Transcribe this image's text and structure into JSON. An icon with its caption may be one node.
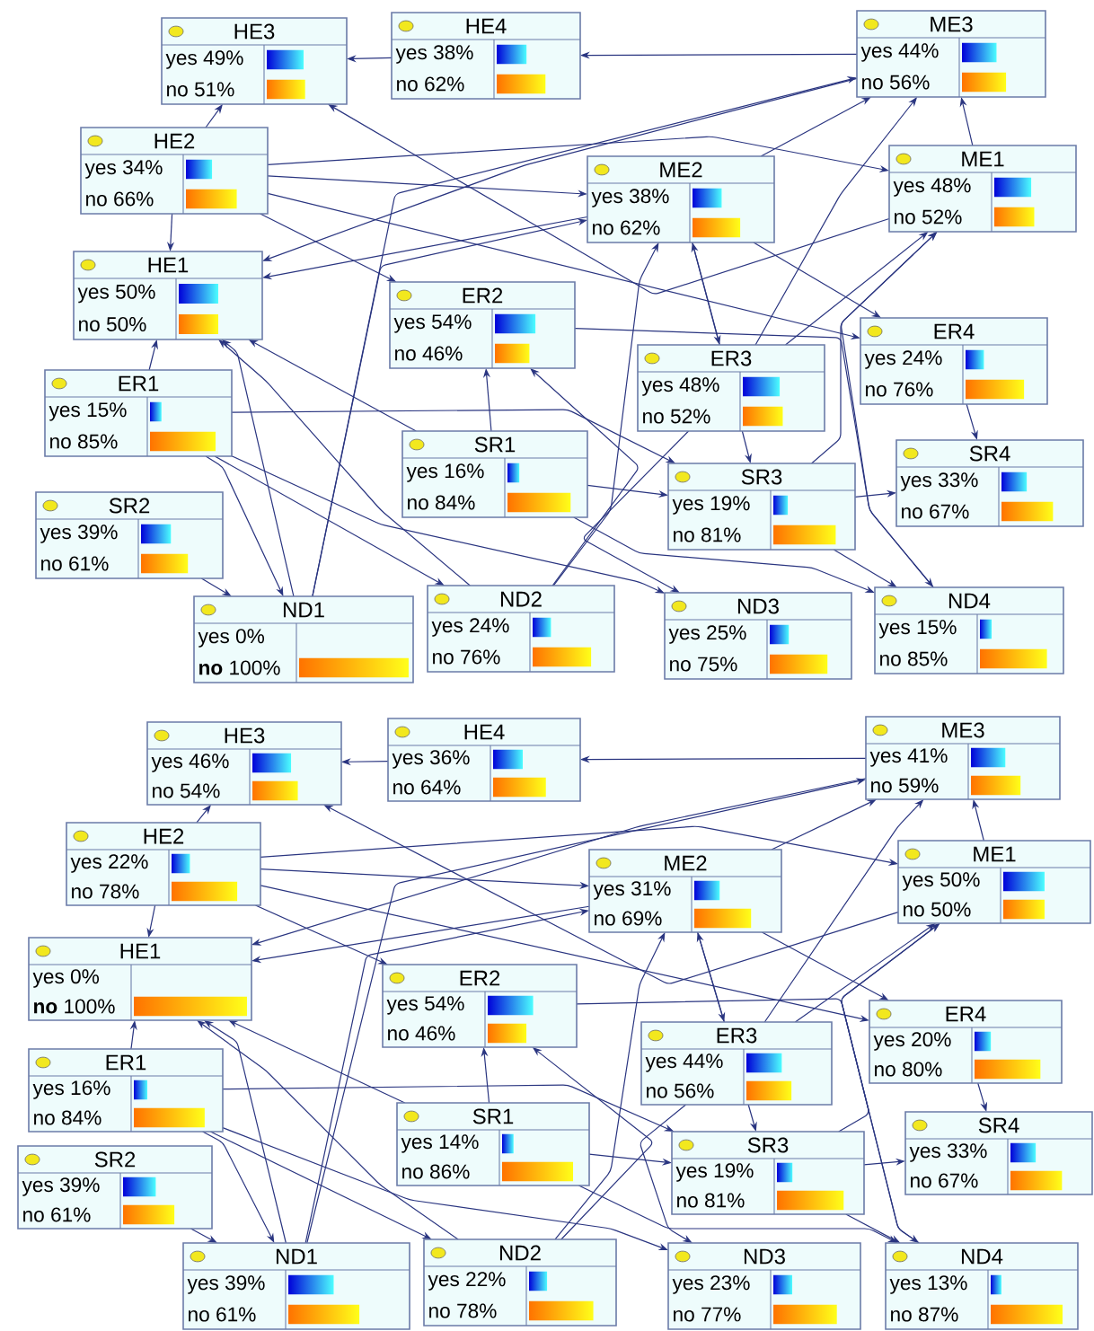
{
  "diagram": {
    "nodes": [
      {
        "text": [
          "HE3",
          "yes 49%",
          "no 51%"
        ]
      },
      {
        "text": [
          "HE4",
          "yes 38%",
          "no 62%"
        ]
      },
      {
        "text": [
          "ME3",
          "yes 44%",
          "no 56%"
        ]
      },
      {
        "text": [
          "HE2",
          "yes 34%",
          "no 66%"
        ]
      },
      {
        "text": [
          "ME2",
          "yes 38%",
          "no 62%"
        ]
      },
      {
        "text": [
          "ME1",
          "yes 48%",
          "no 52%"
        ]
      },
      {
        "text": [
          "HE1",
          "yes 50%",
          "no 50%"
        ]
      },
      {
        "text": [
          "ER2",
          "yes 54%",
          "no 46%"
        ]
      },
      {
        "text": [
          "ER4",
          "yes 24%",
          "no 76%"
        ]
      },
      {
        "text": [
          "ER1",
          "yes 15%",
          "no 85%"
        ]
      },
      {
        "text": [
          "ER3",
          "yes 48%",
          "no 52%"
        ]
      },
      {
        "text": [
          "SR1",
          "yes 16%",
          "no 84%"
        ]
      },
      {
        "text": [
          "SR4",
          "yes 33%",
          "no 67%"
        ]
      },
      {
        "text": [
          "SR3",
          "yes 19%",
          "no 81%"
        ]
      },
      {
        "text": [
          "SR2",
          "yes 39%",
          "no 61%"
        ]
      },
      {
        "text": [
          "ND1",
          "yes 0%",
          "**no** 100%"
        ]
      },
      {
        "text": [
          "ND2",
          "yes 24%",
          "no 76%"
        ]
      },
      {
        "text": [
          "ND3",
          "yes 25%",
          "no 75%"
        ]
      },
      {
        "text": [
          "ND4",
          "yes 15%",
          "no 85%"
        ]
      },
      {
        "text": [
          "HE3",
          "yes 46%",
          "no 54%"
        ]
      },
      {
        "text": [
          "HE4",
          "yes 36%",
          "no 64%"
        ]
      },
      {
        "text": [
          "ME3",
          "yes 41%",
          "no 59%"
        ]
      },
      {
        "text": [
          "HE2",
          "yes 22%",
          "no 78%"
        ]
      },
      {
        "text": [
          "ME2",
          "yes 31%",
          "no 69%"
        ]
      },
      {
        "text": [
          "ME1",
          "yes 50%",
          "no 50%"
        ]
      },
      {
        "text": [
          "HE1",
          "yes 0%",
          "**no** 100%"
        ]
      },
      {
        "text": [
          "ER2",
          "yes 54%",
          "no 46%"
        ]
      },
      {
        "text": [
          "ER4",
          "yes 20%",
          "no 80%"
        ]
      },
      {
        "text": [
          "ER1",
          "yes 16%",
          "no 84%"
        ]
      },
      {
        "text": [
          "ER3",
          "yes 44%",
          "no 56%"
        ]
      },
      {
        "text": [
          "SR1",
          "yes 14%",
          "no 86%"
        ]
      },
      {
        "text": [
          "SR4",
          "yes 33%",
          "no 67%"
        ]
      },
      {
        "text": [
          "SR3",
          "yes 19%",
          "no 81%"
        ]
      },
      {
        "text": [
          "SR2",
          "yes 39%",
          "no 61%"
        ]
      },
      {
        "text": [
          "ND1",
          "yes 39%",
          "no 61%"
        ]
      },
      {
        "text": [
          "ND2",
          "yes 22%",
          "no 78%"
        ]
      },
      {
        "text": [
          "ND3",
          "yes 23%",
          "no 77%"
        ]
      },
      {
        "text": [
          "ND4",
          "yes 13%",
          "no 87%"
        ]
      }
    ],
    "edges": [
      {
        "from": 1,
        "to": 0,
        "arrow": "to"
      },
      {
        "from": 2,
        "to": 1,
        "arrow": "to"
      },
      {
        "from": 5,
        "to": 0,
        "arrow": "to"
      },
      {
        "from": 3,
        "to": 0,
        "arrow": "to"
      },
      {
        "from": 3,
        "to": 6,
        "arrow": "to"
      },
      {
        "from": 3,
        "to": 4,
        "arrow": "to"
      },
      {
        "from": 3,
        "to": 5,
        "arrow": "to"
      },
      {
        "from": 3,
        "to": 7,
        "arrow": "to"
      },
      {
        "from": 3,
        "to": 8,
        "arrow": "to"
      },
      {
        "from": 2,
        "to": 6,
        "arrow": "to"
      },
      {
        "from": 4,
        "to": 6,
        "arrow": "to"
      },
      {
        "from": 9,
        "to": 6,
        "arrow": "to"
      },
      {
        "from": 15,
        "to": 6,
        "arrow": "to"
      },
      {
        "from": 11,
        "to": 6,
        "arrow": "to"
      },
      {
        "from": 16,
        "to": 6,
        "arrow": "to"
      },
      {
        "from": 11,
        "to": 7,
        "arrow": "to"
      },
      {
        "from": 16,
        "to": 7,
        "arrow": "to"
      },
      {
        "from": 4,
        "to": 10,
        "arrow": "to"
      },
      {
        "from": 10,
        "to": 4,
        "arrow": "to"
      },
      {
        "from": 15,
        "to": 4,
        "arrow": "to"
      },
      {
        "from": 16,
        "to": 4,
        "arrow": "to"
      },
      {
        "from": 4,
        "to": 2,
        "arrow": "to"
      },
      {
        "from": 15,
        "to": 2,
        "arrow": "to"
      },
      {
        "from": 10,
        "to": 2,
        "arrow": "to"
      },
      {
        "from": 5,
        "to": 2,
        "arrow": "to"
      },
      {
        "from": 4,
        "to": 8,
        "arrow": "to"
      },
      {
        "from": 10,
        "to": 5,
        "arrow": "to"
      },
      {
        "from": 13,
        "to": 5,
        "arrow": "to"
      },
      {
        "from": 18,
        "to": 5,
        "arrow": "to"
      },
      {
        "from": 8,
        "to": 12,
        "arrow": "to"
      },
      {
        "from": 10,
        "to": 13,
        "arrow": "to"
      },
      {
        "from": 13,
        "to": 12,
        "arrow": "to"
      },
      {
        "from": 13,
        "to": 18,
        "arrow": "to"
      },
      {
        "from": 10,
        "to": 17,
        "arrow": "to"
      },
      {
        "from": 11,
        "to": 13,
        "arrow": "to"
      },
      {
        "from": 9,
        "to": 13,
        "arrow": "to"
      },
      {
        "from": 9,
        "to": 16,
        "arrow": "to"
      },
      {
        "from": 9,
        "to": 17,
        "arrow": "to"
      },
      {
        "from": 9,
        "to": 15,
        "arrow": "to"
      },
      {
        "from": 14,
        "to": 15,
        "arrow": "to"
      },
      {
        "from": 11,
        "to": 18,
        "arrow": "to"
      },
      {
        "from": 7,
        "to": 18,
        "arrow": "to"
      },
      {
        "from": 20,
        "to": 19,
        "arrow": "to"
      },
      {
        "from": 21,
        "to": 20,
        "arrow": "to"
      },
      {
        "from": 24,
        "to": 19,
        "arrow": "to"
      },
      {
        "from": 22,
        "to": 19,
        "arrow": "to"
      },
      {
        "from": 22,
        "to": 25,
        "arrow": "to"
      },
      {
        "from": 22,
        "to": 23,
        "arrow": "to"
      },
      {
        "from": 22,
        "to": 24,
        "arrow": "to"
      },
      {
        "from": 22,
        "to": 26,
        "arrow": "to"
      },
      {
        "from": 22,
        "to": 27,
        "arrow": "to"
      },
      {
        "from": 21,
        "to": 25,
        "arrow": "to"
      },
      {
        "from": 23,
        "to": 25,
        "arrow": "to"
      },
      {
        "from": 28,
        "to": 25,
        "arrow": "to"
      },
      {
        "from": 34,
        "to": 25,
        "arrow": "to"
      },
      {
        "from": 30,
        "to": 25,
        "arrow": "to"
      },
      {
        "from": 35,
        "to": 25,
        "arrow": "to"
      },
      {
        "from": 30,
        "to": 26,
        "arrow": "to"
      },
      {
        "from": 35,
        "to": 26,
        "arrow": "to"
      },
      {
        "from": 23,
        "to": 29,
        "arrow": "to"
      },
      {
        "from": 29,
        "to": 23,
        "arrow": "to"
      },
      {
        "from": 34,
        "to": 23,
        "arrow": "to"
      },
      {
        "from": 35,
        "to": 23,
        "arrow": "to"
      },
      {
        "from": 23,
        "to": 21,
        "arrow": "to"
      },
      {
        "from": 34,
        "to": 21,
        "arrow": "to"
      },
      {
        "from": 29,
        "to": 21,
        "arrow": "to"
      },
      {
        "from": 24,
        "to": 21,
        "arrow": "to"
      },
      {
        "from": 23,
        "to": 27,
        "arrow": "to"
      },
      {
        "from": 29,
        "to": 24,
        "arrow": "to"
      },
      {
        "from": 32,
        "to": 24,
        "arrow": "to"
      },
      {
        "from": 37,
        "to": 24,
        "arrow": "to"
      },
      {
        "from": 27,
        "to": 31,
        "arrow": "to"
      },
      {
        "from": 29,
        "to": 32,
        "arrow": "to"
      },
      {
        "from": 32,
        "to": 31,
        "arrow": "to"
      },
      {
        "from": 32,
        "to": 37,
        "arrow": "to"
      },
      {
        "from": 29,
        "to": 36,
        "arrow": "to"
      },
      {
        "from": 30,
        "to": 32,
        "arrow": "to"
      },
      {
        "from": 28,
        "to": 32,
        "arrow": "to"
      },
      {
        "from": 28,
        "to": 35,
        "arrow": "to"
      },
      {
        "from": 28,
        "to": 36,
        "arrow": "to"
      },
      {
        "from": 28,
        "to": 34,
        "arrow": "to"
      },
      {
        "from": 33,
        "to": 34,
        "arrow": "to"
      },
      {
        "from": 30,
        "to": 37,
        "arrow": "to"
      },
      {
        "from": 26,
        "to": 37,
        "arrow": "to"
      }
    ]
  }
}
